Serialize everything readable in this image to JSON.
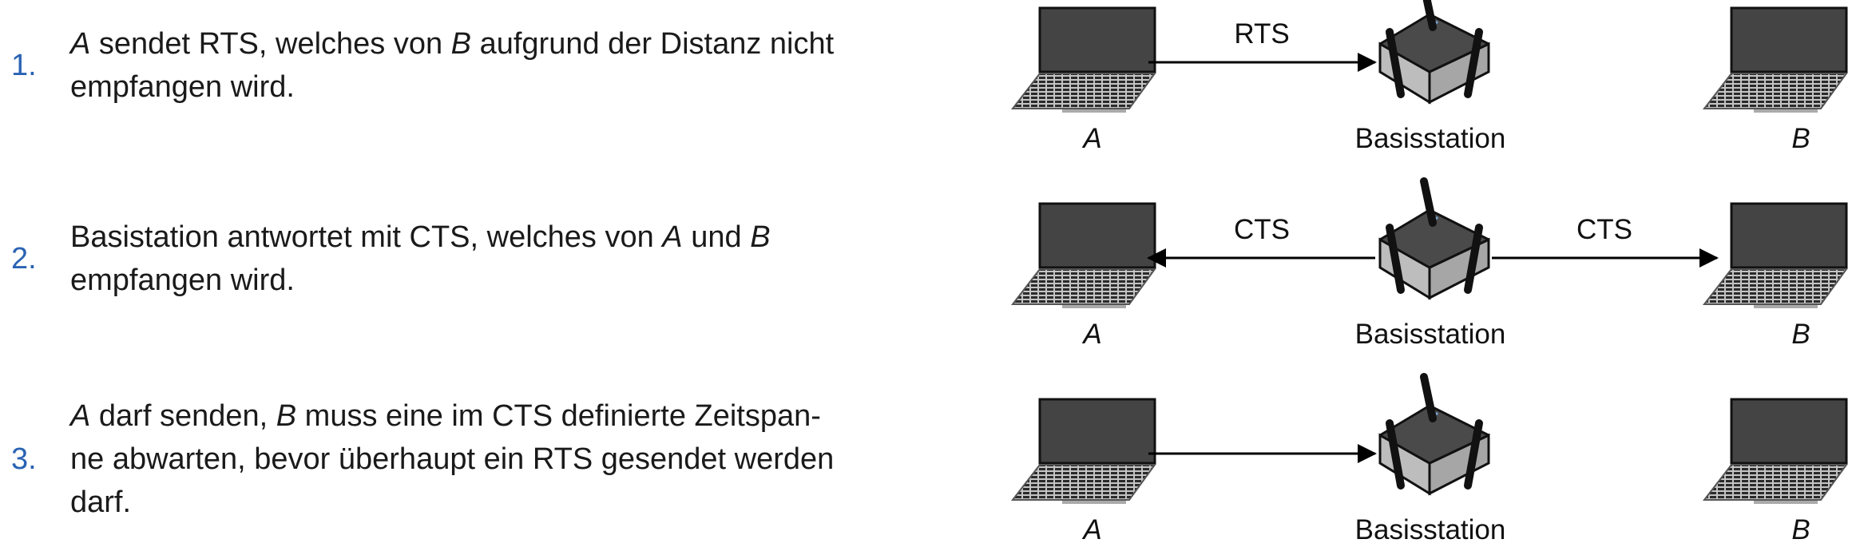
{
  "steps": [
    {
      "number": "1.",
      "lines": [
        [
          {
            "t": "A",
            "i": true
          },
          {
            "t": " sendet RTS, welches von "
          },
          {
            "t": "B",
            "i": true
          },
          {
            "t": " aufgrund der Distanz nicht"
          }
        ],
        [
          {
            "t": "empfangen wird."
          }
        ]
      ],
      "justify": false
    },
    {
      "number": "2.",
      "lines": [
        [
          {
            "t": "Basistation antwortet mit CTS, welches von "
          },
          {
            "t": "A",
            "i": true
          },
          {
            "t": " und "
          },
          {
            "t": "B",
            "i": true
          }
        ],
        [
          {
            "t": "empfangen wird."
          }
        ]
      ],
      "justify": true
    },
    {
      "number": "3.",
      "lines": [
        [
          {
            "t": "A",
            "i": true
          },
          {
            "t": " darf senden, "
          },
          {
            "t": "B",
            "i": true
          },
          {
            "t": " muss eine im CTS definierte Zeitspan-"
          }
        ],
        [
          {
            "t": "ne abwarten, bevor überhaupt ein RTS gesendet werden"
          }
        ],
        [
          {
            "t": "darf."
          }
        ]
      ],
      "justify": false
    }
  ],
  "diagrams": [
    {
      "left_label": "A",
      "station_label": "Basisstation",
      "right_label": "B",
      "arrow_left": {
        "direction": "right",
        "label": "RTS"
      },
      "arrow_right": null
    },
    {
      "left_label": "A",
      "station_label": "Basisstation",
      "right_label": "B",
      "arrow_left": {
        "direction": "left",
        "label": "CTS"
      },
      "arrow_right": {
        "direction": "right",
        "label": "CTS"
      }
    },
    {
      "left_label": "A",
      "station_label": "Basisstation",
      "right_label": "B",
      "arrow_left": {
        "direction": "right",
        "label": ""
      },
      "arrow_right": null
    }
  ],
  "colors": {
    "step_number": "#2a63b3",
    "screen": "#444444",
    "keyboard": "#c4c4c4",
    "station_top": "#4a4a4a",
    "station_side": "#bdbdbd"
  }
}
